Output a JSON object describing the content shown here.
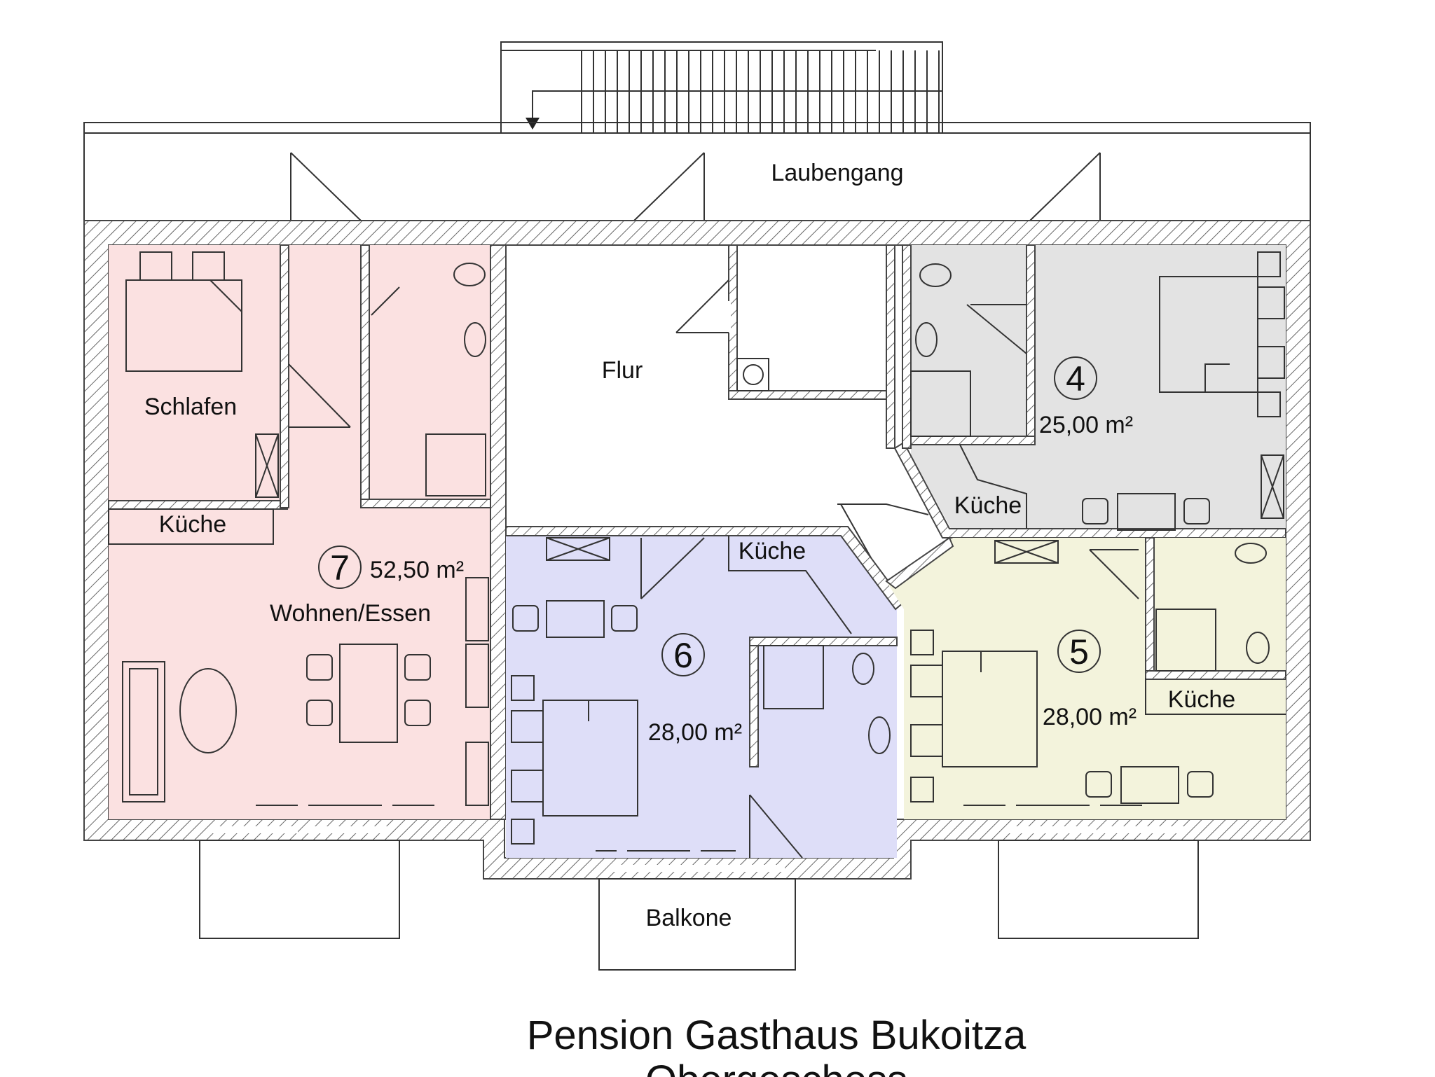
{
  "labels": {
    "laubengang": "Laubengang",
    "flur": "Flur",
    "schlafen": "Schlafen",
    "kueche": "Küche",
    "wohnen_essen": "Wohnen/Essen",
    "balkone": "Balkone"
  },
  "units": [
    {
      "number": "7",
      "area": "52,50 m²",
      "color": "#fbe1e1"
    },
    {
      "number": "6",
      "area": "28,00 m²",
      "color": "#dedef8"
    },
    {
      "number": "4",
      "area": "25,00 m²",
      "color": "#e3e3e3"
    },
    {
      "number": "5",
      "area": "28,00 m²",
      "color": "#f3f3dc"
    }
  ],
  "title": {
    "line1": "Pension Gasthaus Bukoitza",
    "line2": "Obergeschoss"
  },
  "colors": {
    "wall": "#444444",
    "background": "#ffffff"
  }
}
